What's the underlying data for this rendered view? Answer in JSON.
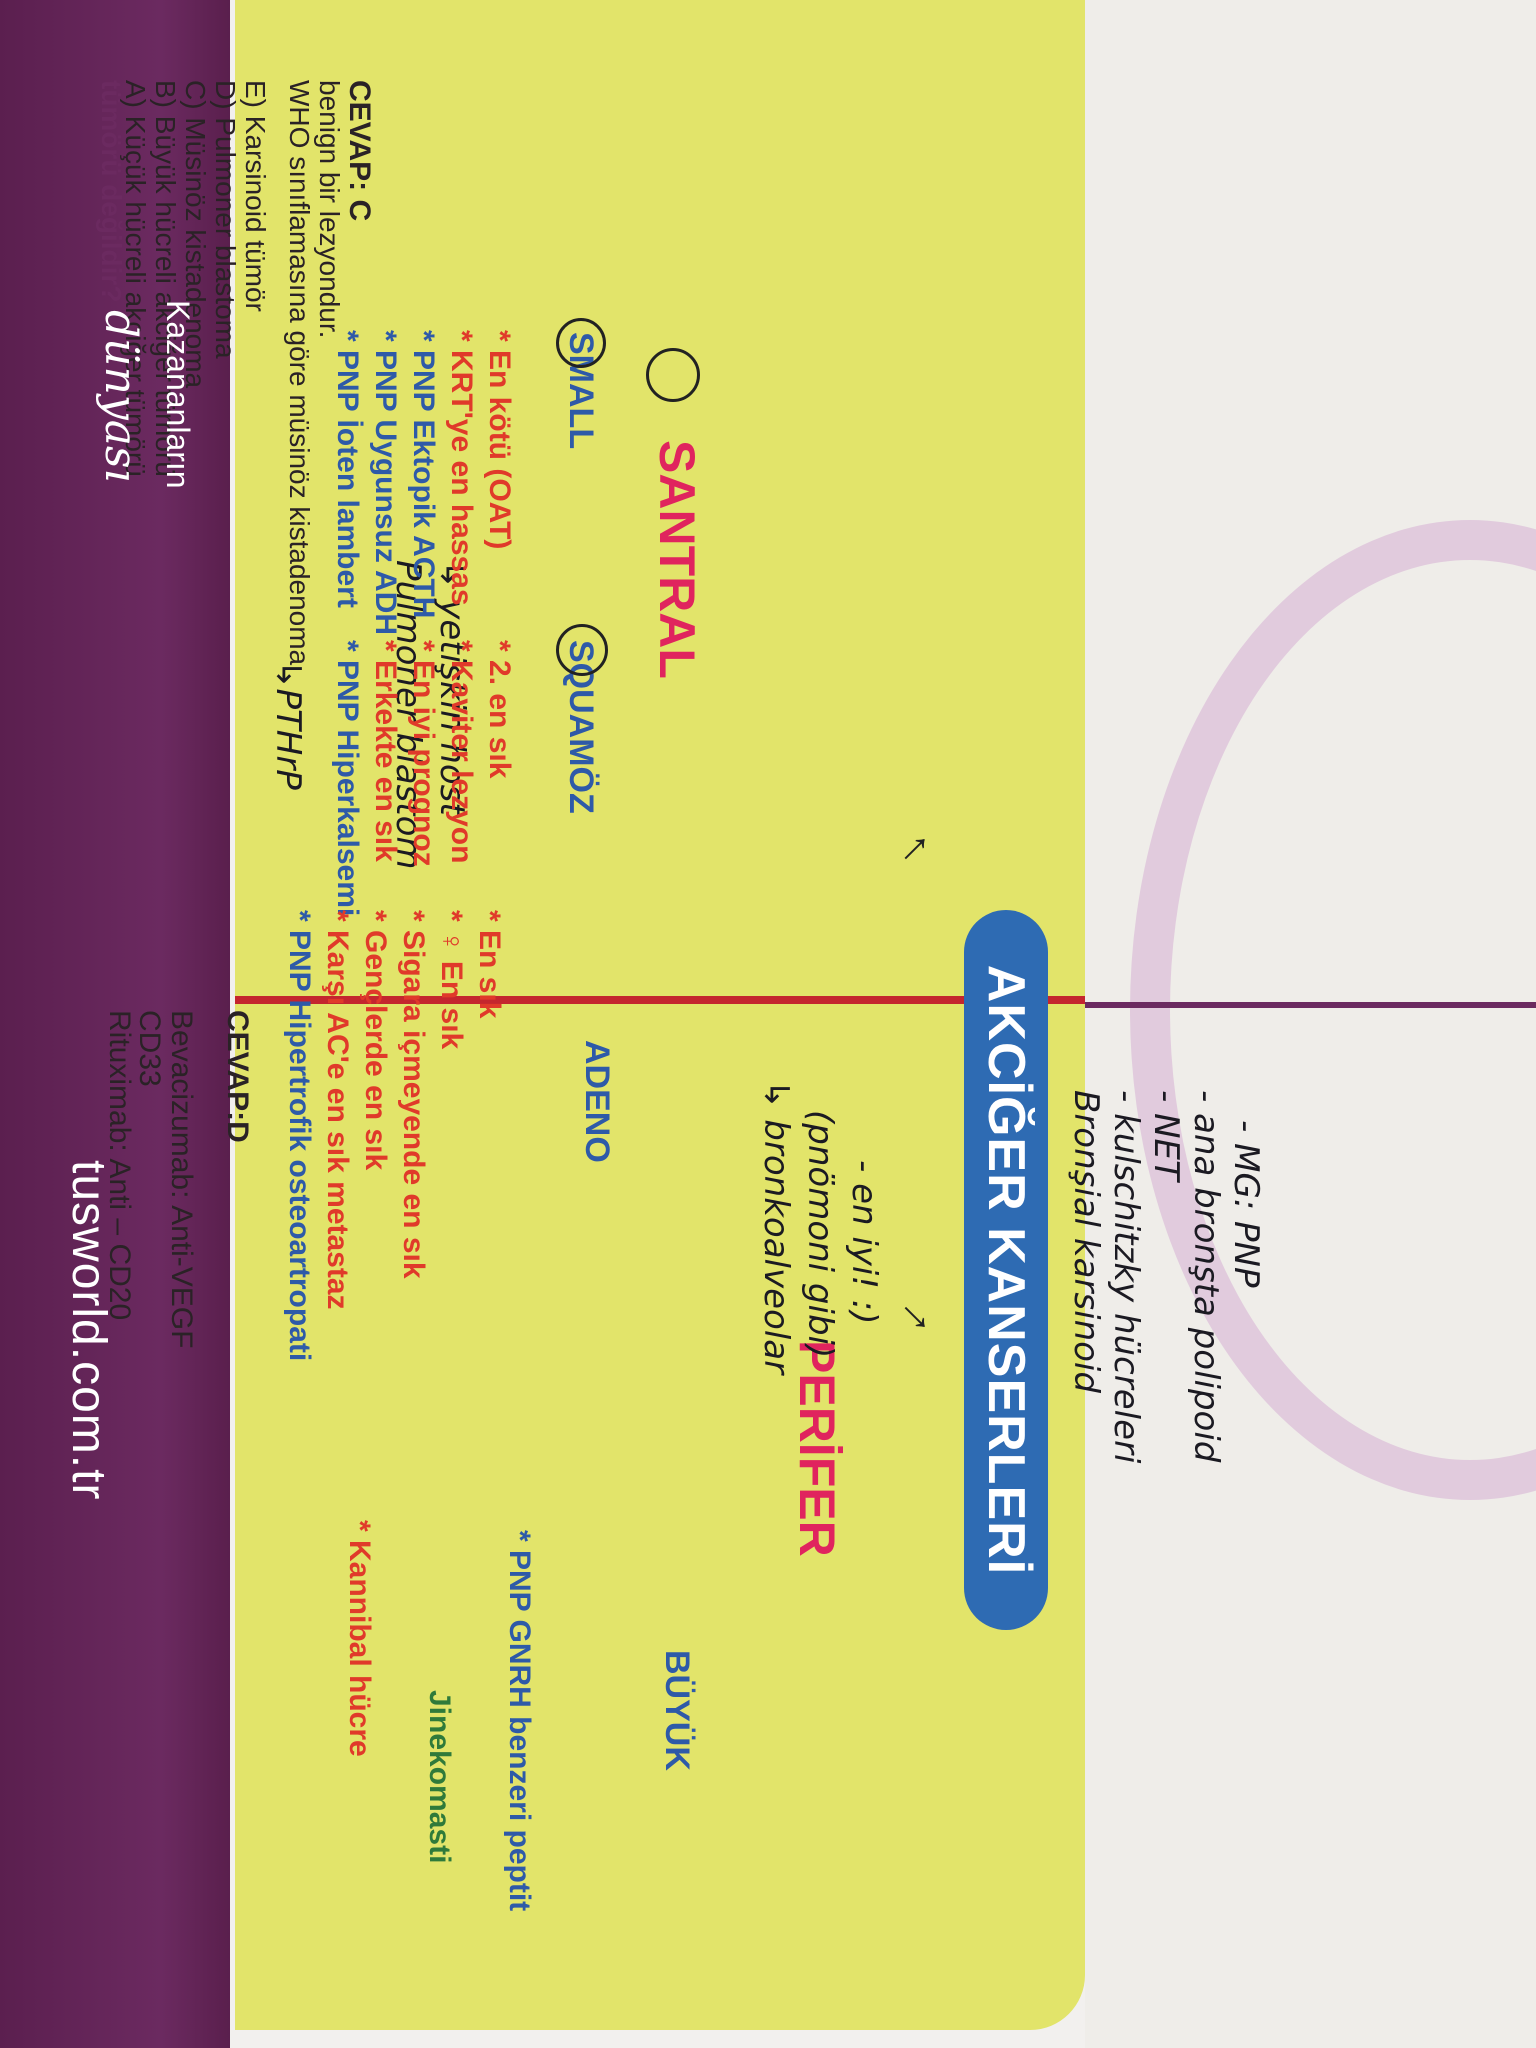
{
  "question": {
    "header": "tümörü değildir?",
    "options": [
      "A) Küçük hücreli akciğer tümörü",
      "B) Büyük hücreli akciğer tümörü",
      "C) Müsinöz kistadenoma",
      "D) Pulmoner blastoma",
      "E) Karsinoid tümör"
    ],
    "explanation_1": "WHO sınıflamasına göre müsinöz kistadenoma",
    "explanation_2": "benign bir lezyondur.",
    "answer": "CEVAP: C"
  },
  "drugs": {
    "rituximab": "Rituximab: Anti – CD20",
    "cd33": "CD33",
    "bevacizumab": "Bevacizumab: Anti-VEGF",
    "answer": "CEVAP:D"
  },
  "chart": {
    "title": "AKCİĞER KANSERLERİ",
    "santral": "SANTRAL",
    "perifer": "PERİFER",
    "small": "SMALL",
    "squamoz": "SQUAMÖZ",
    "adeno": "ADENO",
    "buyuk": "BÜYÜK",
    "small_items": [
      "* En kötü (OAT)",
      "* KRT'ye en hassas",
      "* PNP Ektopik ACTH",
      "* PNP Uygunsuz ADH",
      "* PNP İoten lambert"
    ],
    "squamoz_items": [
      "* 2. en sık",
      "* Kaviter lezyon",
      "* En iyi prognoz",
      "* Erkekte en sık",
      "* PNP Hiperkalsemi"
    ],
    "adeno_items": [
      "* En sık",
      "* ♀ En sık",
      "* Sigara içmeyende en sık",
      "* Gençlerde en sık",
      "* Karşı AC'e en sık metastaz",
      "* PNP Hipertrofik osteoartropati"
    ],
    "buyuk_items": [
      "* PNP GNRH benzeri peptit",
      "Jinekomasti",
      "* Kannibal hücre"
    ]
  },
  "handwriting": {
    "blastoma_1": "Pulmoner blastom",
    "blastoma_2": "↳ yetişkin host",
    "pthrp": "↳PTHrP",
    "bronsial_1": "Bronşial karsinoid",
    "bronsial_2": "- kulschitzky hücreleri",
    "bronsial_3": "- NET",
    "bronsial_4": "- ana bronşta polipoid",
    "bronsial_5": "- MG: PNP",
    "adeno_note_1": "↳ bronkoalveolar",
    "adeno_note_2": "(pnömoni gibi)",
    "adeno_note_3": "- en iyi! :)"
  },
  "footer": {
    "kazananlarin": "Kazananların",
    "dunyasi": "dünyası",
    "url": "tusworld.com.tr"
  }
}
